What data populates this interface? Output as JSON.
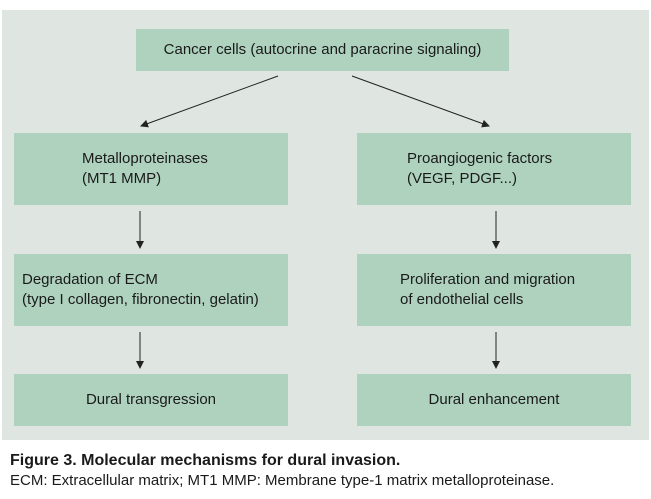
{
  "colors": {
    "panel_background": "#dfe6e1",
    "box_fill": "#afd2bf",
    "text": "#1a1a1a",
    "arrow": "#222222"
  },
  "nodes": {
    "top": {
      "line1": "Cancer cells (autocrine and paracrine signaling)"
    },
    "mmp": {
      "line1": "Metalloproteinases",
      "line2": "(MT1 MMP)"
    },
    "angio": {
      "line1": "Proangiogenic factors",
      "line2": "(VEGF, PDGF...)"
    },
    "ecm": {
      "line1": "Degradation of ECM",
      "line2": "(type I collagen, fibronectin, gelatin)"
    },
    "prolif": {
      "line1": "Proliferation and migration",
      "line2": "of endothelial cells"
    },
    "dural_trans": {
      "line1": "Dural transgression"
    },
    "dural_enh": {
      "line1": "Dural enhancement"
    }
  },
  "edges": [
    {
      "from": "top",
      "to": "mmp"
    },
    {
      "from": "top",
      "to": "angio"
    },
    {
      "from": "mmp",
      "to": "ecm"
    },
    {
      "from": "angio",
      "to": "prolif"
    },
    {
      "from": "ecm",
      "to": "dural_trans"
    },
    {
      "from": "prolif",
      "to": "dural_enh"
    }
  ],
  "caption": {
    "title": "Figure 3. Molecular mechanisms for dural invasion.",
    "note": "ECM: Extracellular matrix; MT1 MMP: Membrane type-1 matrix metalloproteinase."
  }
}
